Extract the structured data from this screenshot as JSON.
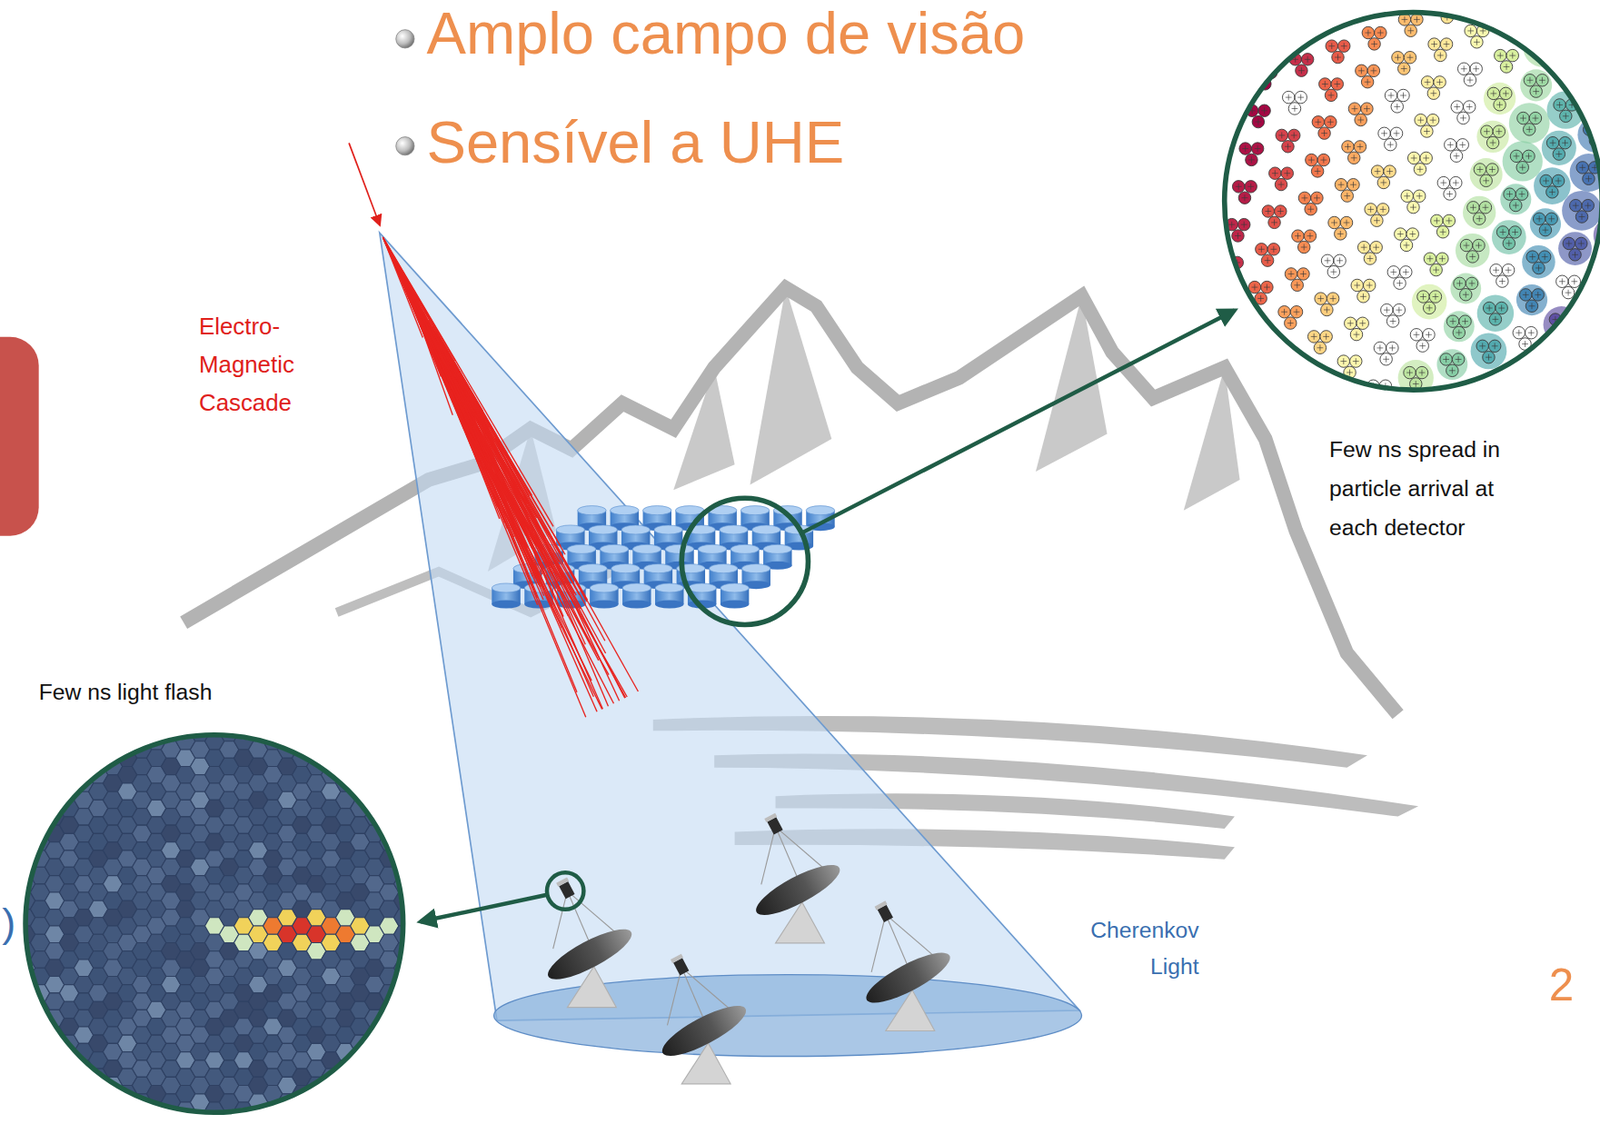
{
  "diagram": {
    "labels": [
      "Amplo campo de visão",
      "Sensível a UHE",
      "Electro- Magnetic Cascade",
      "Few ns spread in particle arrival at each detector",
      "Few ns light flash",
      ")",
      "Cherenkov Light",
      "2"
    ]
  }
}
